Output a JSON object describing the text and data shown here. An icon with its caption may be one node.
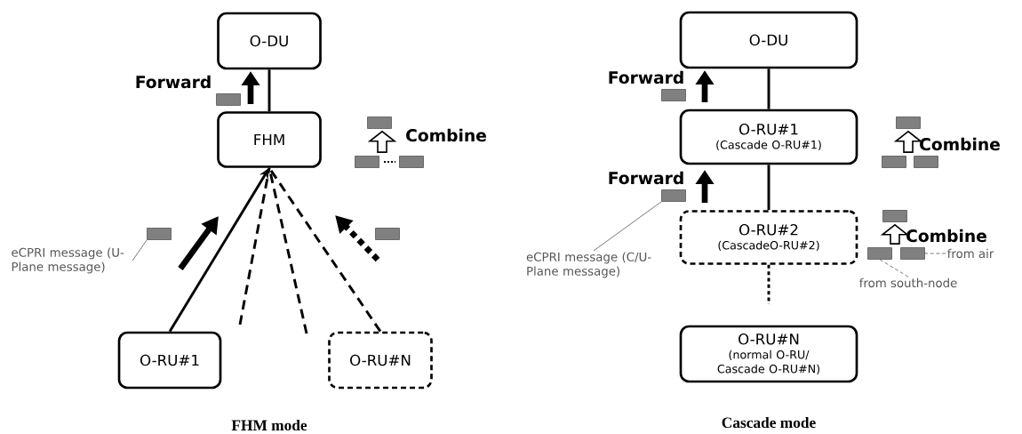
{
  "diagram": {
    "nodes": [
      {
        "text": [
          "O-DU"
        ]
      },
      {
        "text": [
          "FHM"
        ]
      },
      {
        "text": [
          "O-RU#1"
        ]
      },
      {
        "text": [
          "O-RU#N"
        ]
      },
      {
        "text": [
          "O-DU"
        ]
      },
      {
        "text": [
          "O-RU#1",
          "(Cascade O-RU#1)"
        ]
      },
      {
        "text": [
          "O-RU#2",
          "(CascadeO-RU#2)"
        ]
      },
      {
        "text": [
          "O-RU#N",
          "(normal O-RU/ Cascade O-RU#N)"
        ]
      },
      {
        "text": [
          "eCPRI message (U-Plane message)"
        ]
      },
      {
        "text": [],
        "shape": "box"
      },
      {
        "text": [
          "eCPRI message (C/U-Plane message)"
        ]
      },
      {
        "text": [],
        "shape": "box"
      },
      {
        "text": [
          "from air"
        ]
      },
      {
        "text": [],
        "shape": "box"
      },
      {
        "text": [
          "from south-node"
        ]
      },
      {
        "text": [],
        "shape": "box"
      },
      {
        "text": [],
        "shape": "box"
      },
      {
        "text": [],
        "shape": "box"
      },
      {
        "text": [],
        "shape": "box"
      },
      {
        "text": [],
        "shape": "box"
      },
      {
        "text": [],
        "shape": "box"
      },
      {
        "text": [],
        "shape": "box"
      },
      {
        "text": [],
        "shape": "box"
      },
      {
        "text": [],
        "shape": "box"
      },
      {
        "text": [],
        "shape": "box"
      },
      {
        "text": [],
        "shape": "box"
      }
    ],
    "edges": [
      {
        "from": 0,
        "to": 1,
        "arrow": "none"
      },
      {
        "from": 2,
        "to": 1,
        "arrow": "to"
      },
      {
        "from": null,
        "to": 1,
        "arrow": "none",
        "style": "dashed"
      },
      {
        "from": null,
        "to": 1,
        "arrow": "none",
        "style": "dashed"
      },
      {
        "from": 3,
        "to": 1,
        "arrow": "none",
        "style": "dashed"
      },
      {
        "from": 4,
        "to": 5,
        "arrow": "none"
      },
      {
        "from": 5,
        "to": 6,
        "arrow": "none"
      },
      {
        "from": 6,
        "to": null,
        "arrow": "none",
        "style": "dashed"
      },
      {
        "from": 8,
        "to": 9,
        "arrow": "none"
      },
      {
        "from": 10,
        "to": 11,
        "arrow": "none"
      },
      {
        "from": 12,
        "to": 13,
        "arrow": "none",
        "style": "dashed"
      },
      {
        "from": 14,
        "to": 15,
        "arrow": "none",
        "style": "dashed"
      },
      {
        "from": 18,
        "to": 17,
        "arrow": "to"
      },
      {
        "from": 19,
        "to": 17,
        "arrow": "to"
      },
      {
        "from": 23,
        "to": 22,
        "arrow": "to"
      },
      {
        "from": 24,
        "to": 22,
        "arrow": "to"
      },
      {
        "from": 15,
        "to": 25,
        "arrow": "to"
      },
      {
        "from": 13,
        "to": 25,
        "arrow": "to"
      }
    ],
    "labels": [
      "Forward",
      "Combine",
      "Forward",
      "Combine",
      "Forward",
      "Combine",
      "FHM mode",
      "Cascade mode"
    ]
  }
}
